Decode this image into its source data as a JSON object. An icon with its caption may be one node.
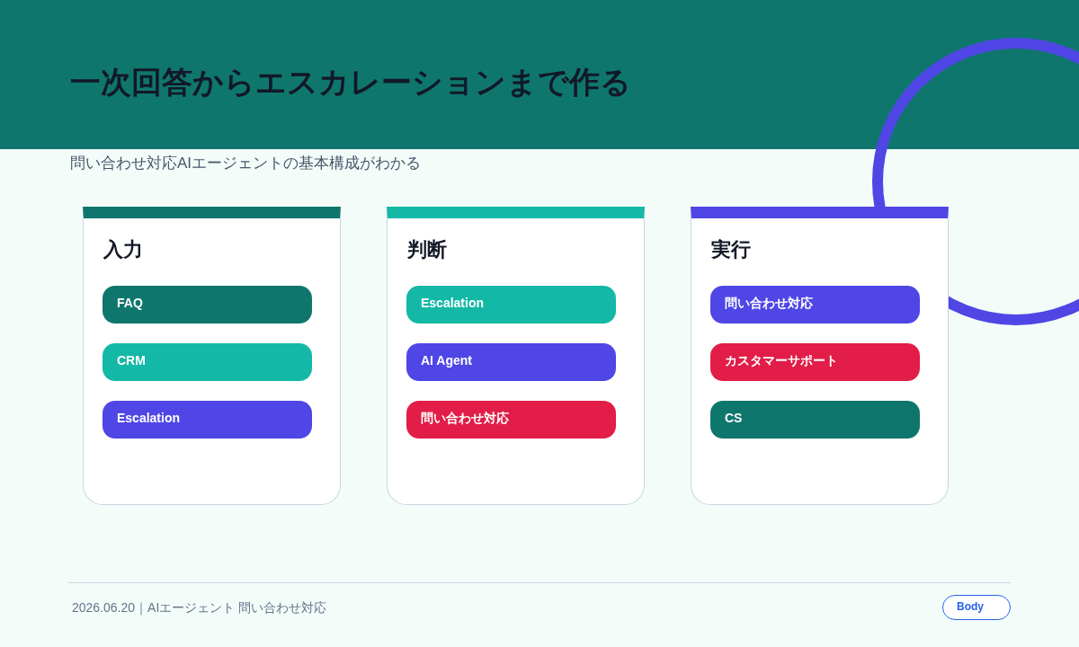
{
  "diagram": {
    "title": "一次回答からエスカレーションまで作る",
    "nodes": [
      {
        "text": [
          "入力"
        ]
      },
      {
        "text": [
          "FAQ"
        ],
        "in": 0
      },
      {
        "text": [
          "CRM"
        ],
        "in": 0
      },
      {
        "text": [
          "Escalation"
        ],
        "in": 0
      },
      {
        "text": [
          "判断"
        ]
      },
      {
        "text": [
          "Escalation"
        ],
        "in": 4
      },
      {
        "text": [
          "AI Agent"
        ],
        "in": 4
      },
      {
        "text": [
          "問い合わせ対応"
        ],
        "in": 4
      },
      {
        "text": [
          "実行"
        ]
      },
      {
        "text": [
          "問い合わせ対応"
        ],
        "in": 8
      },
      {
        "text": [
          "カスタマーサポート"
        ],
        "in": 8
      },
      {
        "text": [
          "CS"
        ],
        "in": 8
      }
    ],
    "labels": [
      "問い合わせ対応AIエージェントの基本構成がわかる",
      "2026.06.20｜AIエージェント 問い合わせ対応",
      "Body"
    ]
  }
}
